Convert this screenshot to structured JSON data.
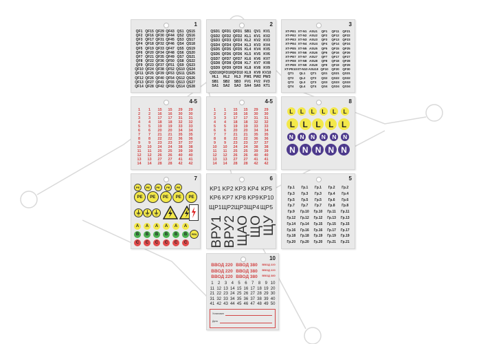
{
  "cards": {
    "c1": {
      "number": "1",
      "cols": [
        [
          "QF1",
          "QF2",
          "QF3",
          "QF4",
          "QF5",
          "QF6",
          "QF7",
          "QF8",
          "QF9",
          "QF10",
          "QF11",
          "QF12",
          "QF13",
          "QF14"
        ],
        [
          "QF15",
          "QF16",
          "QF17",
          "QF18",
          "QF19",
          "QF20",
          "QF21",
          "QF22",
          "QF23",
          "QF24",
          "QF25",
          "QF26",
          "QF27",
          "QF28"
        ],
        [
          "QF29",
          "QF30",
          "QF31",
          "QF32",
          "QF33",
          "QF34",
          "QF35",
          "QF36",
          "QF37",
          "QF38",
          "QF39",
          "QF40",
          "QF41",
          "QF42"
        ],
        [
          "QF43",
          "QF44",
          "QF45",
          "QF46",
          "QF47",
          "QF48",
          "QF49",
          "QF50",
          "QF51",
          "QF52",
          "QF53",
          "QF54",
          "QF55",
          "QF56"
        ],
        [
          "QS1",
          "QS2",
          "QS3",
          "QS4",
          "QS5",
          "QS6",
          "QS7",
          "QS8",
          "QS9",
          "QS10",
          "QS11",
          "QS12",
          "QS13",
          "QS14"
        ],
        [
          "QS15",
          "QS16",
          "QS17",
          "QS18",
          "QS19",
          "QS20",
          "QS21",
          "QS22",
          "QS23",
          "QS24",
          "QS25",
          "QS26",
          "QS27",
          "QS28"
        ]
      ]
    },
    "c2": {
      "number": "2",
      "cols": [
        [
          "QSD1",
          "QSD2",
          "QSD3",
          "QSD4",
          "QSD5",
          "QSD6",
          "QSD7",
          "QSD8",
          "QSD9",
          "QSD10",
          "HL1",
          "SB1",
          "SA1"
        ],
        [
          "QFD1",
          "QFD2",
          "QFD3",
          "QFD4",
          "QFD5",
          "QFD6",
          "QFD7",
          "QFD8",
          "QFD9",
          "QFD10",
          "HL2",
          "SB2",
          "SA2"
        ],
        [
          "QFD1",
          "QFD2",
          "QFD3",
          "QFD4",
          "QFD5",
          "QFD6",
          "QFD7",
          "QFD8",
          "QFD9",
          "QFD10",
          "HL3",
          "SB3",
          "SA3"
        ],
        [
          "SB1",
          "KL1",
          "KL2",
          "KL3",
          "KL4",
          "KL5",
          "KL6",
          "KL7",
          "KL8",
          "KL9",
          "PW1",
          "FV1",
          "SA4"
        ],
        [
          "QV1",
          "KV1",
          "KV2",
          "KV3",
          "KV4",
          "KV5",
          "KV6",
          "KV7",
          "KV8",
          "KV9",
          "PW2",
          "FV2",
          "SA5"
        ],
        [
          "KV1",
          "KV2",
          "KV3",
          "KV4",
          "KV5",
          "KV6",
          "KV7",
          "KV8",
          "KV9",
          "KV10",
          "PW3",
          "FV3",
          "KT1"
        ]
      ]
    },
    "c3": {
      "number": "3",
      "cols": [
        [
          "XT-PE1",
          "XT-PE2",
          "XT-PE3",
          "XT-PE4",
          "XT-PE5",
          "XT-PE6",
          "XT-PE7",
          "XT-PE8",
          "XT-PE9",
          "XT-PE10",
          "QT1",
          "QT2",
          "QT3",
          "QT4"
        ],
        [
          "XT-N1",
          "XT-N2",
          "XT-N3",
          "XT-N4",
          "XT-N5",
          "XT-N6",
          "XT-N7",
          "XT-N8",
          "XT-N9",
          "XT-N10",
          "QL1",
          "QL2",
          "QL3",
          "QL4"
        ],
        [
          "ASU1",
          "ASU2",
          "ASU3",
          "ASU4",
          "ASU5",
          "ASU6",
          "ASU7",
          "ASU8",
          "ASU9",
          "ASU10",
          "QT1",
          "QT2",
          "QT3",
          "QT4"
        ],
        [
          "QF1",
          "QF2",
          "QF3",
          "QF4",
          "QF5",
          "QF6",
          "QF7",
          "QF8",
          "QF9",
          "QF10",
          "QS1",
          "QS2",
          "QS3",
          "QS4"
        ],
        [
          "QF11",
          "QF12",
          "QF13",
          "QF14",
          "QF15",
          "QF16",
          "QF17",
          "QF18",
          "QF19",
          "QF20",
          "QS21",
          "QS22",
          "QS23",
          "QS24"
        ],
        [
          "QF21",
          "QF22",
          "QF23",
          "QF24",
          "QF25",
          "QF26",
          "QF27",
          "QF28",
          "QF29",
          "QF30",
          "QS31",
          "QS32",
          "QS33",
          "QS34"
        ]
      ]
    },
    "c4": {
      "number": "4-5",
      "cols": [
        [
          "1",
          "2",
          "3",
          "4",
          "5",
          "6",
          "7",
          "8",
          "9",
          "10",
          "11",
          "12",
          "13",
          "14"
        ],
        [
          "1",
          "2",
          "3",
          "4",
          "5",
          "6",
          "7",
          "8",
          "9",
          "10",
          "11",
          "12",
          "13",
          "14"
        ],
        [
          "15",
          "16",
          "17",
          "18",
          "19",
          "20",
          "21",
          "22",
          "23",
          "24",
          "25",
          "26",
          "27",
          "28"
        ],
        [
          "15",
          "16",
          "17",
          "18",
          "19",
          "20",
          "21",
          "22",
          "23",
          "24",
          "25",
          "26",
          "27",
          "28"
        ],
        [
          "29",
          "30",
          "31",
          "32",
          "33",
          "34",
          "35",
          "36",
          "37",
          "38",
          "39",
          "40",
          "41",
          "42"
        ],
        [
          "29",
          "30",
          "31",
          "32",
          "33",
          "34",
          "35",
          "36",
          "37",
          "38",
          "39",
          "40",
          "41",
          "42"
        ]
      ]
    },
    "c5": {
      "number": "4-5",
      "cols": [
        [
          "1",
          "2",
          "3",
          "4",
          "5",
          "6",
          "7",
          "8",
          "9",
          "10",
          "11",
          "12",
          "13",
          "14"
        ],
        [
          "1",
          "2",
          "3",
          "4",
          "5",
          "6",
          "7",
          "8",
          "9",
          "10",
          "11",
          "12",
          "13",
          "14"
        ],
        [
          "15",
          "16",
          "17",
          "18",
          "19",
          "20",
          "21",
          "22",
          "23",
          "24",
          "25",
          "26",
          "27",
          "28"
        ],
        [
          "15",
          "16",
          "17",
          "18",
          "19",
          "20",
          "21",
          "22",
          "23",
          "24",
          "25",
          "26",
          "27",
          "28"
        ],
        [
          "29",
          "30",
          "31",
          "32",
          "33",
          "34",
          "35",
          "36",
          "37",
          "38",
          "39",
          "40",
          "41",
          "42"
        ],
        [
          "29",
          "30",
          "31",
          "32",
          "33",
          "34",
          "35",
          "36",
          "37",
          "38",
          "39",
          "40",
          "41",
          "42"
        ]
      ]
    },
    "c6": {
      "number": "8",
      "rows": [
        [
          "L",
          "L",
          "L",
          "L",
          "L",
          "L"
        ],
        [
          "L",
          "L",
          "L",
          "L",
          "L"
        ],
        [
          "N",
          "N",
          "N",
          "N",
          "N",
          "N"
        ],
        [
          "N",
          "N",
          "N",
          "N",
          "N"
        ]
      ]
    },
    "c7": {
      "number": "7",
      "pe": "PE",
      "rows": [
        [
          "PE",
          "PE",
          "PE",
          "PE",
          "PE"
        ],
        [
          "A",
          "A",
          "A",
          "A",
          "A",
          "A"
        ],
        [
          "B",
          "B",
          "B",
          "B",
          "B",
          "B"
        ],
        [
          "C",
          "C",
          "C",
          "C",
          "C",
          "C"
        ]
      ],
      "pen": "PEN"
    },
    "c8": {
      "number": "6",
      "rows": [
        [
          "KP1",
          "KP2",
          "KP3",
          "KP4",
          "KP5"
        ],
        [
          "KP6",
          "KP7",
          "KP8",
          "KP9",
          "KP10"
        ],
        [
          "ЩР1",
          "ЩР2",
          "ЩР3",
          "ЩР4",
          "ЩР5"
        ]
      ],
      "vert": [
        "ВРУ1",
        "ВРУ2",
        "ЩАО",
        "ЩО",
        "ЩУ"
      ]
    },
    "c9": {
      "number": "5",
      "rows": [
        [
          "Гр.1",
          "Гр.1",
          "Гр.1",
          "Гр.2",
          "Гр.2"
        ],
        [
          "Гр.3",
          "Гр.3",
          "Гр.3",
          "Гр.4",
          "Гр.4"
        ],
        [
          "Гр.5",
          "Гр.5",
          "Гр.5",
          "Гр.6",
          "Гр.6"
        ],
        [
          "Гр.7",
          "Гр.7",
          "Гр.7",
          "Гр.8",
          "Гр.8"
        ],
        [
          "Гр.9",
          "Гр.10",
          "Гр.10",
          "Гр.11",
          "Гр.11"
        ],
        [
          "Гр.12",
          "Гр.12",
          "Гр.12",
          "Гр.13",
          "Гр.13"
        ],
        [
          "Гр.14",
          "Гр.14",
          "Гр.15",
          "Гр.15",
          "Гр.15"
        ],
        [
          "Гр.16",
          "Гр.16",
          "Гр.16",
          "Гр.17",
          "Гр.17"
        ],
        [
          "Гр.18",
          "Гр.18",
          "Гр.19",
          "Гр.19",
          "Гр.19"
        ],
        [
          "Гр.20",
          "Гр.20",
          "Гр.20",
          "Гр.21",
          "Гр.21"
        ]
      ]
    },
    "c10": {
      "number": "10",
      "vvod": [
        "ВВОД 220",
        "ВВОД 380",
        "ВВОД 220",
        "ВВОД 380",
        "ВВОД 220",
        "ВВОД 380"
      ],
      "vvod_small": [
        "ВВОД 220",
        "ВВОД 220",
        "ВВОД 380"
      ],
      "nums": [
        [
          "1",
          "2",
          "3",
          "4",
          "5",
          "6",
          "7",
          "8",
          "9",
          "10"
        ],
        [
          "11",
          "12",
          "13",
          "14",
          "15",
          "16",
          "17",
          "18",
          "19",
          "20"
        ],
        [
          "21",
          "22",
          "23",
          "24",
          "25",
          "26",
          "27",
          "28",
          "29",
          "30"
        ],
        [
          "31",
          "32",
          "33",
          "34",
          "35",
          "36",
          "37",
          "38",
          "39",
          "40"
        ],
        [
          "41",
          "42",
          "43",
          "44",
          "45",
          "46",
          "47",
          "48",
          "49",
          "50"
        ]
      ],
      "field1": "Установил",
      "field2": "Дата"
    }
  }
}
